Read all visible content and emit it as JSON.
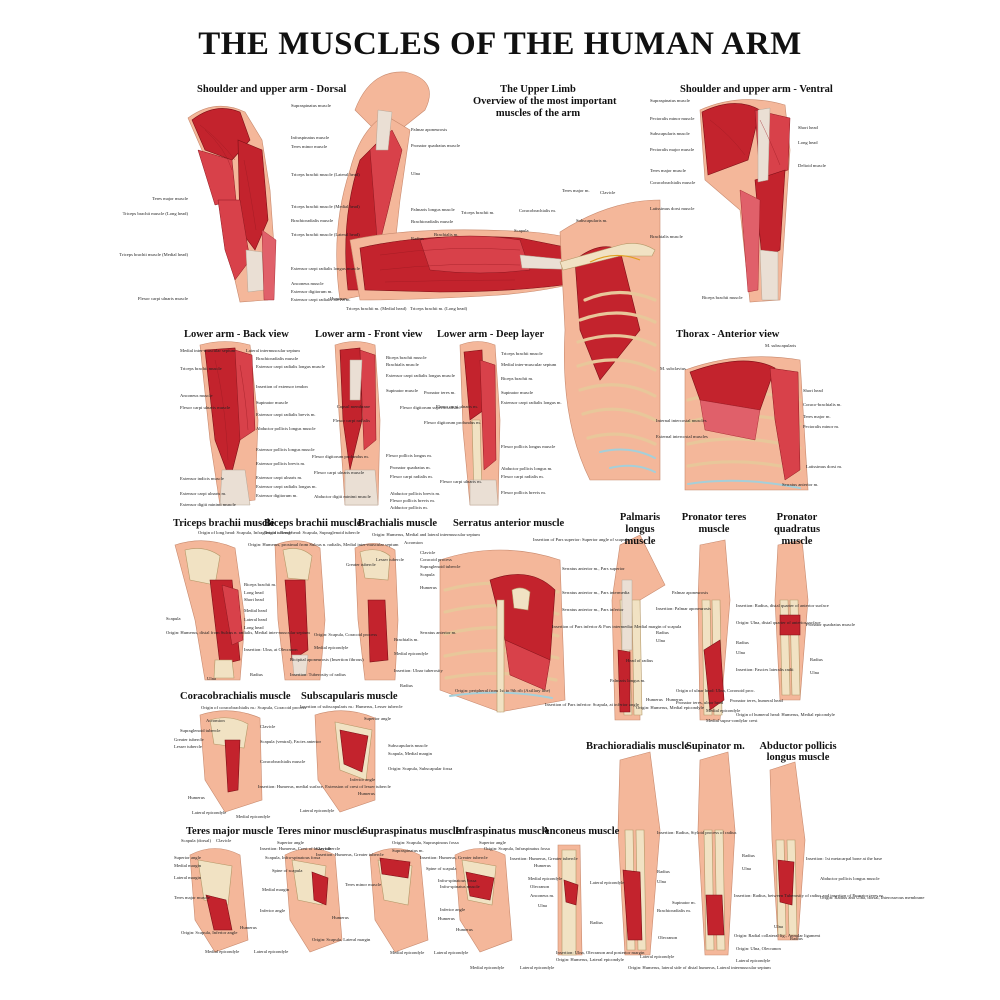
{
  "title": "THE MUSCLES OF THE HUMAN ARM",
  "panels": {
    "dorsal": {
      "title": "Shoulder and upper arm - Dorsal",
      "labels": [
        "Supraspinatus muscle",
        "Infraspinatus muscle",
        "Teres minor muscle",
        "Triceps brachii muscle (Lateral head)",
        "Teres major muscle",
        "Triceps brachii muscle (Long head)",
        "Triceps brachii muscle (Medial head)",
        "Brachioradialis muscle",
        "Triceps brachii muscle (Lateral head)",
        "Triceps brachii muscle (Medial head)",
        "Extensor carpi radialis longus muscle",
        "Anconeus muscle",
        "Extensor digitorum m.",
        "Flexor carpi ulnaris muscle",
        "Extensor carpi radialis brevis m."
      ]
    },
    "overview": {
      "title": "The Upper Limb",
      "subtitle1": "Overview of the most important",
      "subtitle2": "muscles of the arm",
      "labels": [
        "Palmar aponeurosis",
        "Pronator quadratus muscle",
        "Ulna",
        "Palmaris longus muscle",
        "Brachioradialis muscle",
        "Radius",
        "Triceps brachii m.",
        "Coracobrachialis m.",
        "Brachialis m.",
        "Teres major m.",
        "Clavicle",
        "Subscapularis m.",
        "Scapula",
        "Humerus",
        "Triceps brachii m. (Medial head)",
        "Triceps brachii m. (Long head)"
      ]
    },
    "ventral": {
      "title": "Shoulder and upper arm - Ventral",
      "labels": [
        "Supraspinatus muscle",
        "Pectoralis minor muscle",
        "Subscapularis muscle",
        "Pectoralis major muscle",
        "Teres major muscle",
        "Coracobrachialis muscle",
        "Latissimus dorsi muscle",
        "Brachialis muscle",
        "Short head",
        "Long head",
        "Deltoid muscle",
        "Biceps brachii muscle"
      ]
    },
    "back": {
      "title": "Lower arm - Back view",
      "labels": [
        "Medial inter-muscular septum",
        "Triceps brachii muscle",
        "Anconeus muscle",
        "Flexor carpi ulnaris muscle",
        "Extensor indicis muscle",
        "Extensor carpi ulnaris m.",
        "Extensor digiti minimi muscle",
        "Lateral intermuscular septum",
        "Brachioradialis muscle",
        "Extensor carpi radialis longus muscle",
        "Insertion of extensor tendon",
        "Supinator muscle",
        "Extensor carpi radialis brevis m.",
        "Abductor pollicis longus muscle",
        "Extensor pollicis longus muscle",
        "Extensor pollicis brevis m.",
        "Extensor carpi ulnaris m.",
        "Extensor carpi radialis longus m.",
        "Extensor digitorum m."
      ]
    },
    "front": {
      "title": "Lower arm - Front view",
      "labels": [
        "Biceps brachii muscle",
        "Brachialis muscle",
        "Extensor carpi radialis longus muscle",
        "Supinator muscle",
        "Capsul membrane",
        "Flexor carpi radialis",
        "Flexor digitorum superficialis m.",
        "Flexor digitorum profundus m.",
        "Flexor pollicis longus m.",
        "Flexor carpi ulnaris muscle",
        "Abductor digiti minimi muscle",
        "Pronator quadratus m.",
        "Flexor carpi radialis m.",
        "Abductor pollicis brevis m.",
        "Flexor pollicis brevis m.",
        "Adductor pollicis m."
      ]
    },
    "deep": {
      "title": "Lower arm - Deep layer",
      "labels": [
        "Triceps brachii muscle",
        "Medial inter-muscular septum",
        "Biceps brachii m.",
        "Pronator teres m.",
        "Supinator muscle",
        "Extensor carpi radialis longus m.",
        "Flexor carpi ulnaris m.",
        "Flexor digitorum profundus m.",
        "Flexor pollicis longus muscle",
        "Abductor pollicis longus m.",
        "Flexor carpi radialis m.",
        "Flexor carpi ulnaris m.",
        "Flexor pollicis brevis m."
      ]
    },
    "thorax": {
      "title": "Thorax - Anterior view",
      "labels": [
        "M. subscapularis",
        "M. subclavius",
        "Short head",
        "Coraco-brachialis m.",
        "Teres major m.",
        "Pectoralis minor m.",
        "Internal intercostal muscles",
        "External intercostal muscles",
        "Latissimus dorsi m.",
        "Serratus anterior m."
      ]
    },
    "triceps": {
      "title": "Triceps brachii muscle",
      "labels": [
        "Origin of long head: Scapula, Infraglenoid tubercle",
        "Origin: Humerus, proximal from Sulcus n. radialis, Medial inter-muscular septum",
        "Biceps brachii m.",
        "Long head",
        "Short head",
        "Medial head",
        "Lateral head",
        "Long head",
        "Scapula",
        "Origin: Humerus, distal from Sulcus n. radialis, Medial inter-muscular septum",
        "Insertion: Ulna, at Olecranon",
        "Radius",
        "Ulna"
      ]
    },
    "biceps": {
      "title": "Biceps brachii muscle",
      "labels": [
        "Origin of long head: Scapula, Supraglenoid tubercle",
        "Origin: Scapula, Coracoid process",
        "Medial epicondyle",
        "Bicipital aponeurosis (Insertion fibrous)",
        "Insertion: Tuberosity of radius"
      ]
    },
    "brachialis": {
      "title": "Brachialis muscle",
      "labels": [
        "Origin: Humerus, Medial and lateral intermuscular septum",
        "Acromion",
        "Lesser tubercle",
        "Greater tubercle",
        "Clavicle",
        "Coracoid process",
        "Supraglenoid tubercle",
        "Scapula",
        "Humerus",
        "Brachialis m.",
        "Medial epicondyle",
        "Insertion: Ulnar tuberosity",
        "Radius"
      ]
    },
    "serratus": {
      "title": "Serratus anterior muscle",
      "labels": [
        "Insertion of Pars superior: Superior angle of scapula",
        "Serratus anterior m., Pars superior",
        "Serratus anterior m., Pars intermedia",
        "Serratus anterior m., Pars inferior",
        "Insertion of Pars inferior & Pars intermedia: Medial margin of scapula",
        "Serratus anterior m.",
        "Origin: peripheral from 1st to 9th rib (Axillary line)",
        "Insertion of Pars inferior: Scapula, at inferior angle"
      ]
    },
    "palmaris": {
      "title": "Palmaris longus muscle",
      "labels": [
        "Palmar aponeurosis",
        "Insertion: Palmar aponeurosis",
        "Radius",
        "Ulna",
        "Head of radius",
        "Palmaris longus m.",
        "Origin: Humerus, Medial epicondyle",
        "Humerus"
      ]
    },
    "pronteres": {
      "title": "Pronator teres muscle",
      "labels": [
        "Radius",
        "Ulna",
        "Insertion: Fascies lateralis radii",
        "Origin of ulnar head: Ulna, Coronoid proc.",
        "Pronator teres, humeral head",
        "Medial epicondyle",
        "Origin of humeral head: Humerus, Medial epicondyle",
        "Humerus",
        "Medial supra-condylar crest",
        "Pronator teres, ulnar head"
      ]
    },
    "pronquad": {
      "title": "Pronator quadratus muscle",
      "labels": [
        "Insertion: Radius, distal quarter of anterior surface",
        "Origin: Ulna, distal quarter of anterior surface",
        "Pronator quadratus muscle",
        "Radius",
        "Ulna"
      ]
    },
    "coraco": {
      "title": "Coracobrachialis muscle",
      "labels": [
        "Origin of coracobrachialis m.: Scapula, Coracoid process",
        "Acromion",
        "Supraglenoid tubercle",
        "Greater tubercle",
        "Lesser tubercle",
        "Clavicle",
        "Scapula (ventral), Facies anterior",
        "Coracobrachialis muscle",
        "Humerus",
        "Insertion: Humerus, medial surface, Extension of crest of lesser tubercle",
        "Lateral epicondyle",
        "Medial epicondyle"
      ]
    },
    "subscap": {
      "title": "Subscapularis muscle",
      "labels": [
        "Insertion of subscapularis m.: Humerus, Lesser tubercle",
        "Superior angle",
        "Subscapularis muscle",
        "Scapula, Medial margin",
        "Origin: Scapula, Subscapular fossa",
        "Inferior angle",
        "Humerus",
        "Lateral epicondyle"
      ]
    },
    "teresmaj": {
      "title": "Teres major muscle",
      "labels": [
        "Scapula (dorsal)",
        "Clavicle",
        "Superior angle",
        "Insertion: Humerus, Crest of lesser tubercle",
        "Medial margin",
        "Lateral margin",
        "Teres major muscle",
        "Origin: Scapula, Inferior angle",
        "Humerus",
        "Medial epicondyle",
        "Lateral epicondyle"
      ]
    },
    "teresmin": {
      "title": "Teres minor muscle",
      "labels": [
        "Superior angle",
        "Clavicle",
        "Scapula, Infra-spinatous fossa",
        "Spine of scapula",
        "Medial margin",
        "Inferior angle",
        "Insertion: Humerus, Greater tubercle",
        "Teres minor muscle",
        "Humerus",
        "Origin: Scapula, Lateral margin"
      ]
    },
    "supra": {
      "title": "Supraspinatus muscle",
      "labels": [
        "Origin: Scapula, Supraspinous fossa",
        "Supraspinatus m.",
        "Insertion: Humerus, Greater tubercle",
        "Spine of scapula",
        "Infra-spinatous fossa",
        "Humerus",
        "Medial epicondyle",
        "Lateral epicondyle"
      ]
    },
    "infra": {
      "title": "Infraspinatus muscle",
      "labels": [
        "Superior angle",
        "Origin: Scapula, Infraspinatus fossa",
        "Insertion: Humerus, Greater tubercle",
        "Infra-spinatus muscle",
        "Inferior angle",
        "Humerus",
        "Medial epicondyle",
        "Lateral epicondyle"
      ]
    },
    "anconeus": {
      "title": "Anconeus muscle",
      "labels": [
        "Humerus",
        "Medial epicondyle",
        "Olecranon",
        "Anconeus m.",
        "Ulna",
        "Radius",
        "Lateral epicondyle",
        "Insertion: Ulna, Olecranon and posterior margin",
        "Origin: Humerus, Lateral epicondyle"
      ]
    },
    "brachiorad": {
      "title": "Brachioradialis muscle",
      "labels": [
        "Insertion: Radius, Styloid process of radius",
        "Radius",
        "Ulna",
        "Brachioradialis m.",
        "Olecranon",
        "Lateral epicondyle",
        "Origin: Humerus, lateral side of distal humerus, Lateral intermuscular septum"
      ]
    },
    "supinator": {
      "title": "Supinator m.",
      "labels": [
        "Radius",
        "Ulna",
        "Supinator m.",
        "Insertion: Radius, between Tuberosity of radius and insertion of Pronator teres m.",
        "Origin: Radial collateral lig., Annular ligament",
        "Origin: Ulna, Olecranon",
        "Lateral epicondyle"
      ]
    },
    "abductor": {
      "title1": "Abductor pollicis",
      "title2": "longus muscle",
      "labels": [
        "Insertion: 1st metacarpal bone at the base",
        "Abductor pollicis longus muscle",
        "Origin: Radius and Ulna, dorsal, Interosseous membrane",
        "Ulna",
        "Radius"
      ]
    }
  }
}
